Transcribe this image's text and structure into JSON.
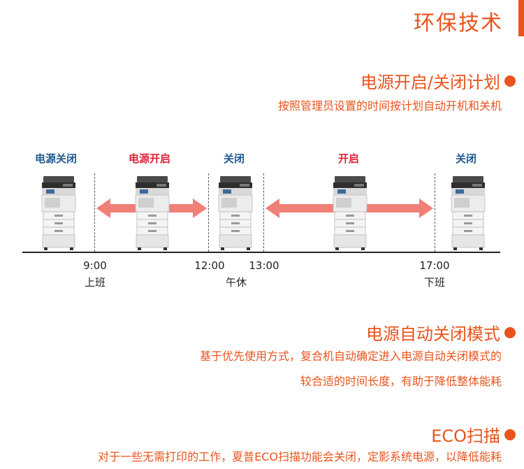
{
  "header": {
    "title": "环保技术"
  },
  "schedule": {
    "title": "电源开启/关闭计划",
    "description": "按照管理员设置的时间按计划自动开机和关机",
    "states": [
      {
        "label": "电源关闭",
        "kind": "off"
      },
      {
        "label": "电源开启",
        "kind": "on"
      },
      {
        "label": "关闭",
        "kind": "off"
      },
      {
        "label": "开启",
        "kind": "on"
      },
      {
        "label": "关闭",
        "kind": "off"
      }
    ],
    "times": [
      {
        "time": "9:00",
        "caption": "上班"
      },
      {
        "time": "12:00",
        "caption": ""
      },
      {
        "time": "13:00",
        "caption": ""
      },
      {
        "time": "17:00",
        "caption": "下班"
      }
    ],
    "midday_caption": "午休"
  },
  "auto_off": {
    "title": "电源自动关闭模式",
    "description_line1": "基于优先使用方式，复合机自动确定进入电源自动关闭模式的",
    "description_line2": "较合适的时间长度，有助于降低整体能耗"
  },
  "eco_scan": {
    "title": "ECO扫描",
    "description": "对于一些无需打印的工作，夏普ECO扫描功能会关闭，定影系统电源，以降低能耗"
  },
  "colors": {
    "accent": "#e8541c",
    "off_label": "#1f5a8e",
    "on_label": "#e0223a",
    "arrow": "#f07f78"
  }
}
